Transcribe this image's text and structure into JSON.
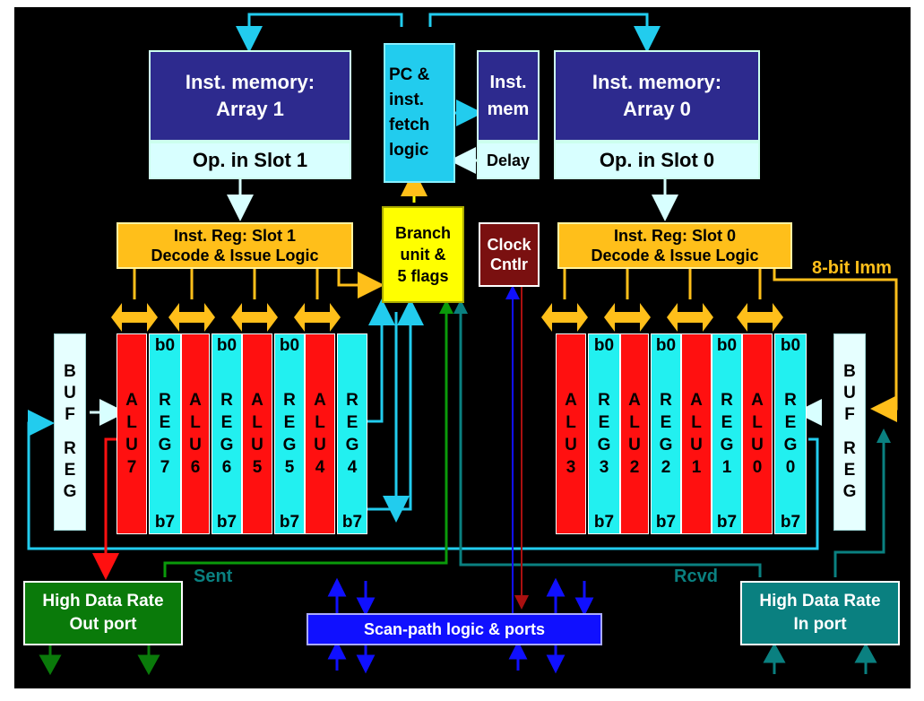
{
  "inst_mem_1": {
    "line1": "Inst. memory:",
    "line2": "Array 1",
    "sub": "Op. in Slot 1"
  },
  "inst_mem_0": {
    "line1": "Inst. memory:",
    "line2": "Array 0",
    "sub": "Op. in Slot 0"
  },
  "pc_fetch": [
    "PC &",
    "inst.",
    "fetch",
    "logic"
  ],
  "inst_mem_small": {
    "line1": "Inst.",
    "line2": "mem",
    "sub": "Delay"
  },
  "inst_reg_1": {
    "line1": "Inst. Reg: Slot 1",
    "line2": "Decode & Issue Logic"
  },
  "inst_reg_0": {
    "line1": "Inst. Reg: Slot 0",
    "line2": "Decode & Issue Logic"
  },
  "branch": [
    "Branch",
    "unit &",
    "5 flags"
  ],
  "clock": [
    "Clock",
    "Cntlr"
  ],
  "imm_label": "8-bit Imm",
  "buf_reg": [
    "B",
    "U",
    "F",
    "R",
    "E",
    "G"
  ],
  "alu_left": [
    {
      "letters": [
        "A",
        "L",
        "U",
        "7"
      ]
    },
    {
      "letters": [
        "A",
        "L",
        "U",
        "6"
      ]
    },
    {
      "letters": [
        "A",
        "L",
        "U",
        "5"
      ]
    },
    {
      "letters": [
        "A",
        "L",
        "U",
        "4"
      ]
    }
  ],
  "reg_left": [
    {
      "top": "b0",
      "letters": [
        "R",
        "E",
        "G",
        "7"
      ],
      "bottom": "b7"
    },
    {
      "top": "b0",
      "letters": [
        "R",
        "E",
        "G",
        "6"
      ],
      "bottom": "b7"
    },
    {
      "top": "b0",
      "letters": [
        "R",
        "E",
        "G",
        "5"
      ],
      "bottom": "b7"
    },
    {
      "top": "",
      "letters": [
        "R",
        "E",
        "G",
        "4"
      ],
      "bottom": "b7"
    }
  ],
  "alu_right": [
    {
      "letters": [
        "A",
        "L",
        "U",
        "3"
      ]
    },
    {
      "letters": [
        "A",
        "L",
        "U",
        "2"
      ]
    },
    {
      "letters": [
        "A",
        "L",
        "U",
        "1"
      ]
    },
    {
      "letters": [
        "A",
        "L",
        "U",
        "0"
      ]
    }
  ],
  "reg_right": [
    {
      "top": "b0",
      "letters": [
        "R",
        "E",
        "G",
        "3"
      ],
      "bottom": "b7"
    },
    {
      "top": "b0",
      "letters": [
        "R",
        "E",
        "G",
        "2"
      ],
      "bottom": "b7"
    },
    {
      "top": "b0",
      "letters": [
        "R",
        "E",
        "G",
        "1"
      ],
      "bottom": "b7"
    },
    {
      "top": "b0",
      "letters": [
        "R",
        "E",
        "G",
        "0"
      ],
      "bottom": "b7"
    }
  ],
  "out_port": [
    "High Data Rate",
    "Out port"
  ],
  "in_port": [
    "High Data Rate",
    "In port"
  ],
  "scan": "Scan-path logic & ports",
  "sent": "Sent",
  "rcvd": "Rcvd",
  "colors": {
    "memory": "#2d2a8e",
    "alu": "#ff1010",
    "reg": "#22f0f0",
    "decode": "#ffbf1a",
    "out_port": "#0a7a0a",
    "in_port": "#0a8080",
    "scan": "#1010ff"
  }
}
